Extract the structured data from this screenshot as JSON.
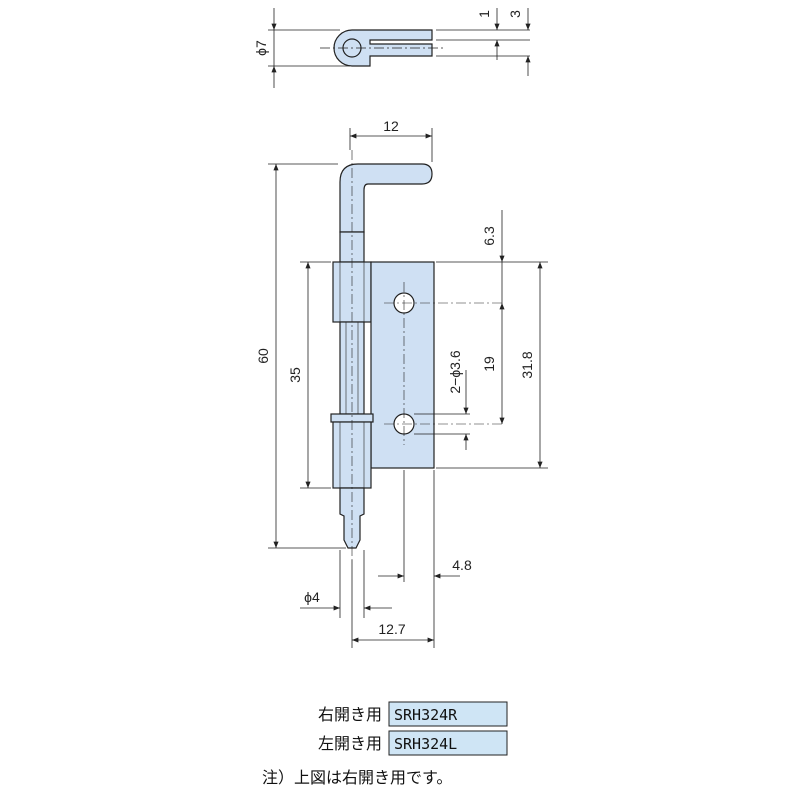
{
  "dimensions": {
    "top_phi": "ϕ7",
    "top_1": "1",
    "top_3": "3",
    "width_12": "12",
    "pitch_6_3": "6.3",
    "hole_spec": "2−ϕ3.6",
    "pitch_19": "19",
    "height_31_8": "31.8",
    "height_60": "60",
    "height_35": "35",
    "offset_4_8": "4.8",
    "pin_phi": "ϕ4",
    "width_12_7": "12.7"
  },
  "table": {
    "rows": [
      {
        "label": "右開き用",
        "code": "SRH324R"
      },
      {
        "label": "左開き用",
        "code": "SRH324L"
      }
    ]
  },
  "note": "注）上図は右開き用です。",
  "colors": {
    "part_fill": "#cfe0f3",
    "code_box": "#cfe5f5",
    "line": "#222222"
  }
}
